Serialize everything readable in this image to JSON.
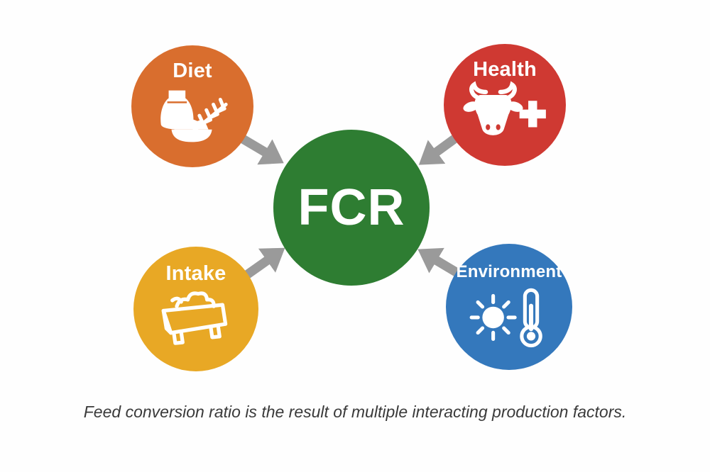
{
  "diagram": {
    "center": {
      "label": "FCR",
      "color": "#2E7D32",
      "text_color": "#FFFFFF"
    },
    "nodes": [
      {
        "id": "diet",
        "label": "Diet",
        "color": "#D96E2E",
        "icon": "feed-sack-bowl-wheat-icon"
      },
      {
        "id": "health",
        "label": "Health",
        "color": "#CF3932",
        "icon": "cow-medical-cross-icon"
      },
      {
        "id": "intake",
        "label": "Intake",
        "color": "#E8A825",
        "icon": "feed-trough-icon"
      },
      {
        "id": "environment",
        "label": "Environment",
        "color": "#3478BC",
        "icon": "sun-thermometer-icon"
      }
    ],
    "arrow_color": "#9A9A9A",
    "icon_color": "#FFFFFF"
  },
  "caption": {
    "text": "Feed conversion ratio is the result of multiple interacting production factors.",
    "color": "#3A3A3A"
  }
}
